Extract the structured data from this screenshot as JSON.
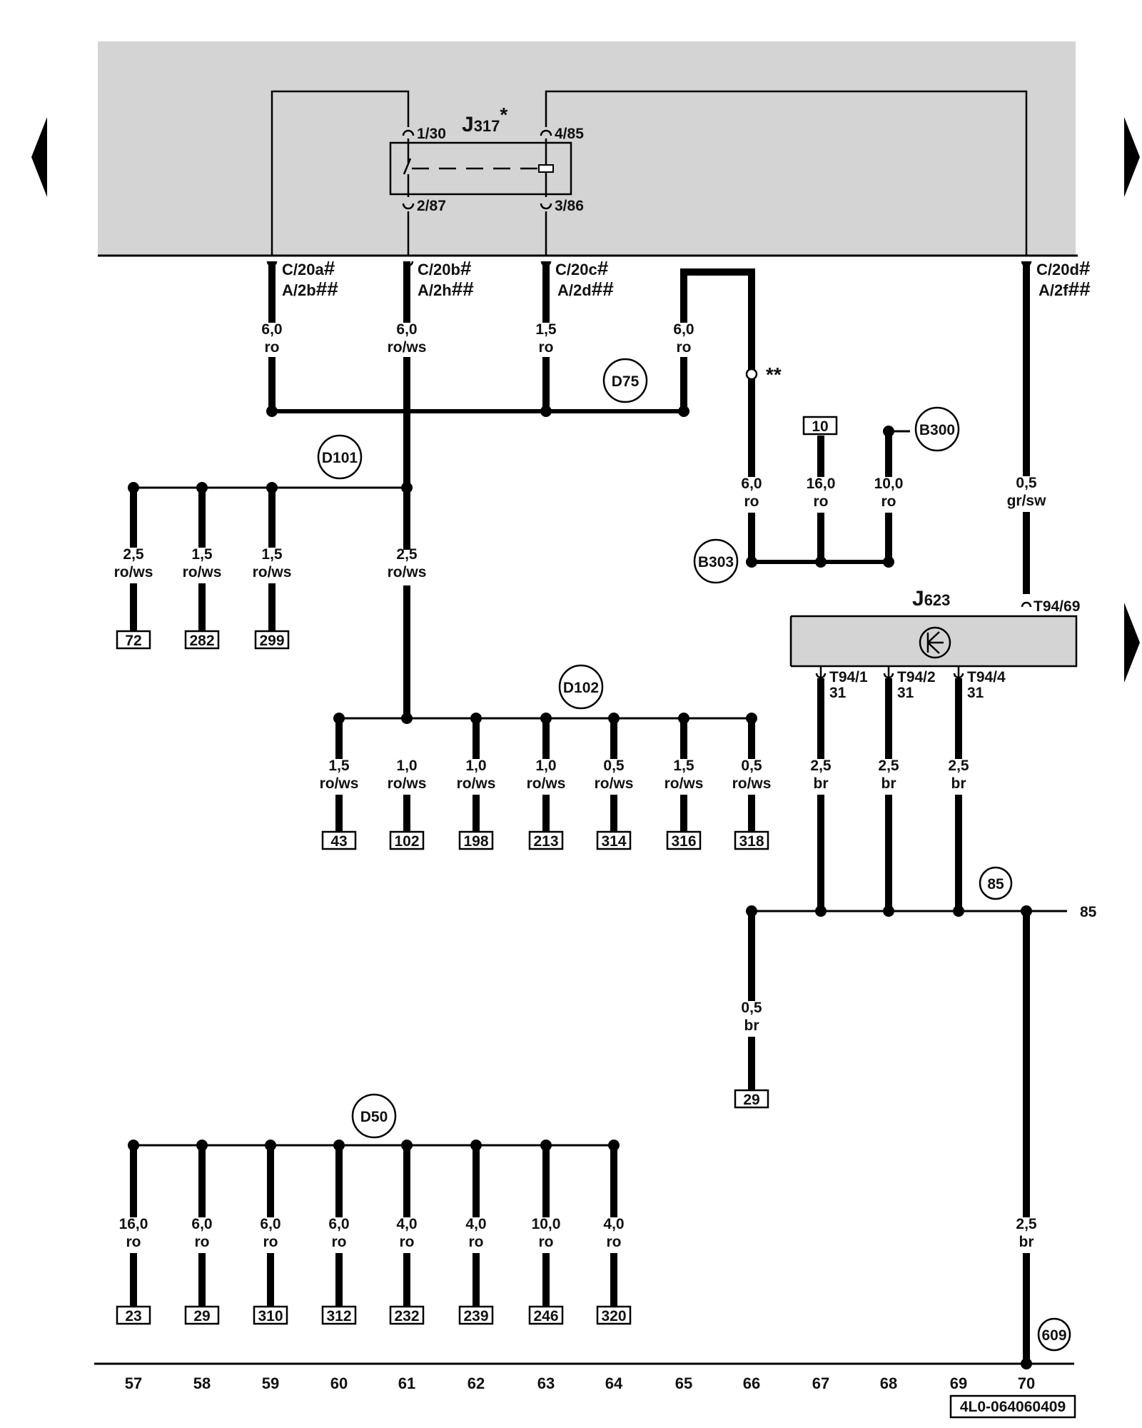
{
  "relay": {
    "name": "J",
    "sub": "317",
    "mark": "*",
    "pins": [
      "1/30",
      "4/85",
      "2/87",
      "3/86"
    ]
  },
  "module": {
    "name": "J",
    "sub": "623",
    "pin_top": "T94/69",
    "pins": [
      "T94/1",
      "T94/2",
      "T94/4"
    ],
    "pin_value": "31"
  },
  "connectors": [
    {
      "l1": "C/20a",
      "m1": "#",
      "l2": "A/2b",
      "m2": "##"
    },
    {
      "l1": "C/20b",
      "m1": "#",
      "l2": "A/2h",
      "m2": "##"
    },
    {
      "l1": "C/20c",
      "m1": "#",
      "l2": "A/2d",
      "m2": "##"
    },
    {
      "l1": "C/20d",
      "m1": "#",
      "l2": "A/2f",
      "m2": "##"
    }
  ],
  "wires": [
    {
      "size": "6,0",
      "color": "ro"
    },
    {
      "size": "6,0",
      "color": "ro/ws"
    },
    {
      "size": "1,5",
      "color": "ro"
    },
    {
      "size": "6,0",
      "color": "ro"
    },
    {
      "size": "6,0",
      "color": "ro"
    },
    {
      "size": "16,0",
      "color": "ro"
    },
    {
      "size": "10,0",
      "color": "ro"
    },
    {
      "size": "0,5",
      "color": "gr/sw"
    },
    {
      "size": "2,5",
      "color": "ro/ws"
    },
    {
      "size": "1,5",
      "color": "ro/ws"
    },
    {
      "size": "1,5",
      "color": "ro/ws"
    },
    {
      "size": "2,5",
      "color": "ro/ws"
    },
    {
      "size": "1,5",
      "color": "ro/ws"
    },
    {
      "size": "1,0",
      "color": "ro/ws"
    },
    {
      "size": "1,0",
      "color": "ro/ws"
    },
    {
      "size": "1,0",
      "color": "ro/ws"
    },
    {
      "size": "0,5",
      "color": "ro/ws"
    },
    {
      "size": "1,5",
      "color": "ro/ws"
    },
    {
      "size": "0,5",
      "color": "ro/ws"
    },
    {
      "size": "2,5",
      "color": "br"
    },
    {
      "size": "2,5",
      "color": "br"
    },
    {
      "size": "2,5",
      "color": "br"
    },
    {
      "size": "0,5",
      "color": "br"
    },
    {
      "size": "16,0",
      "color": "ro"
    },
    {
      "size": "6,0",
      "color": "ro"
    },
    {
      "size": "6,0",
      "color": "ro"
    },
    {
      "size": "6,0",
      "color": "ro"
    },
    {
      "size": "4,0",
      "color": "ro"
    },
    {
      "size": "4,0",
      "color": "ro"
    },
    {
      "size": "10,0",
      "color": "ro"
    },
    {
      "size": "4,0",
      "color": "ro"
    },
    {
      "size": "2,5",
      "color": "br"
    }
  ],
  "refs": [
    "10",
    "72",
    "282",
    "299",
    "43",
    "102",
    "198",
    "213",
    "314",
    "316",
    "318",
    "29",
    "23",
    "29",
    "310",
    "312",
    "232",
    "239",
    "246",
    "320"
  ],
  "nodes": [
    "D75",
    "D101",
    "B300",
    "B303",
    "D102",
    "85",
    "D50",
    "609"
  ],
  "star_mark": "**",
  "right_edge_label": "85",
  "track_numbers": [
    "57",
    "58",
    "59",
    "60",
    "61",
    "62",
    "63",
    "64",
    "65",
    "66",
    "67",
    "68",
    "69",
    "70"
  ],
  "doc_id": "4L0-064060409",
  "nav": {
    "prev_icon": "arrow-left-icon",
    "next_icon": "arrow-right-icon"
  }
}
